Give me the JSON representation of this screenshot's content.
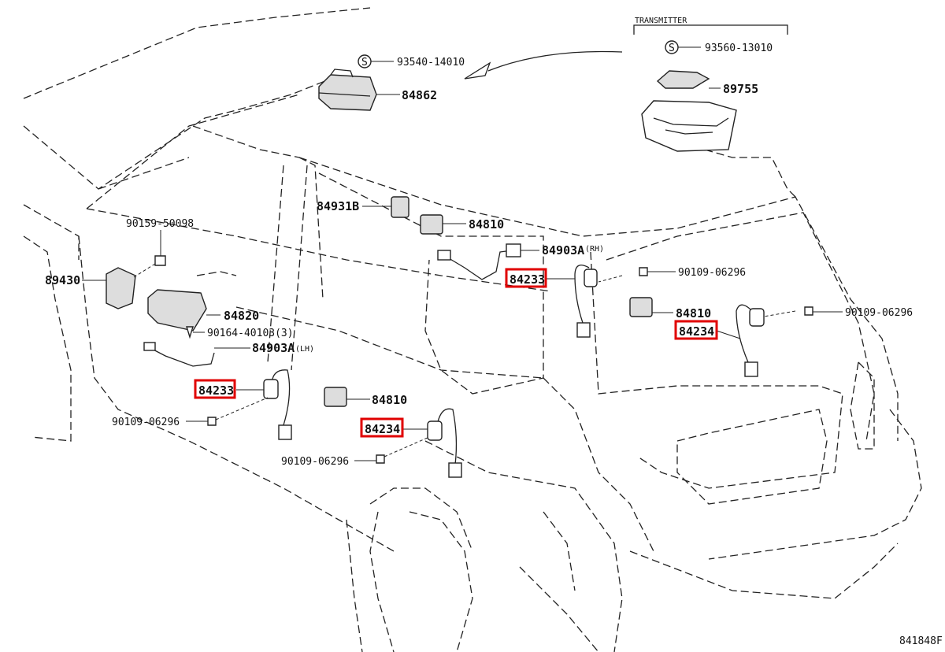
{
  "diagram": {
    "figure_id": "841848F",
    "header": "TRANSMITTER",
    "colors": {
      "highlight": "#e00000",
      "line": "#222222"
    },
    "labels": {
      "p93540": "93540-14010",
      "p84862": "84862",
      "p93560": "93560-13010",
      "p89755": "89755",
      "p84931B": "84931B",
      "p84810a": "84810",
      "p90159": "90159-50098",
      "p89430": "89430",
      "p84903A_rh": "84903A",
      "rh": "(RH)",
      "p84233_r": "84233",
      "p90109_a": "90109-06296",
      "p84810b": "84810",
      "p90109_b": "90109-06296",
      "p84234_r": "84234",
      "p84820": "84820",
      "p90164": "90164-40103(3)",
      "p84903A_lh": "84903A",
      "lh": "(LH)",
      "p84233_l": "84233",
      "p90109_c": "90109-06296",
      "p84810c": "84810",
      "p84234_l": "84234",
      "p90109_d": "90109-06296",
      "s_mark": "S"
    }
  }
}
